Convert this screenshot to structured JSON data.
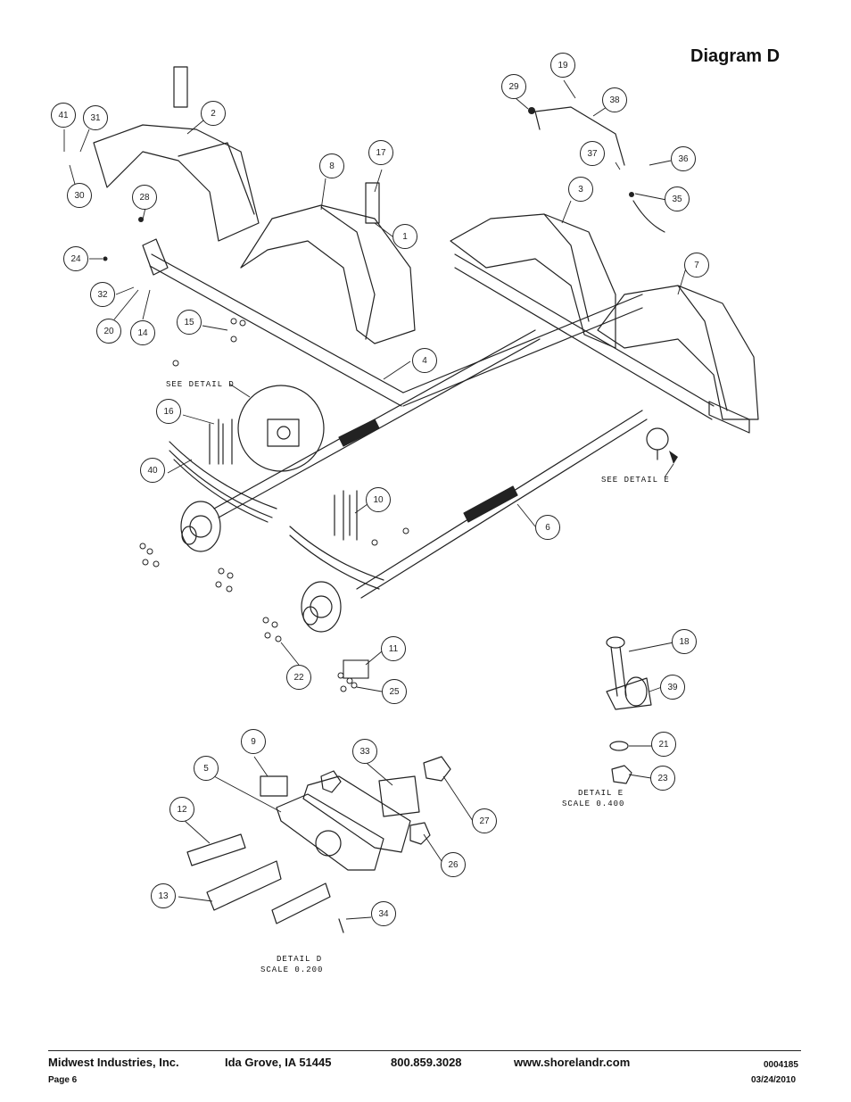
{
  "title": "Diagram D",
  "callouts": [
    "41",
    "31",
    "30",
    "2",
    "28",
    "24",
    "32",
    "20",
    "14",
    "15",
    "8",
    "17",
    "1",
    "4",
    "16",
    "40",
    "10",
    "6",
    "22",
    "11",
    "25",
    "29",
    "19",
    "38",
    "37",
    "36",
    "35",
    "3",
    "7",
    "18",
    "39",
    "21",
    "23",
    "9",
    "5",
    "33",
    "12",
    "27",
    "26",
    "13",
    "34"
  ],
  "labels": {
    "see_detail_d": "SEE DETAIL D",
    "see_detail_e": "SEE DETAIL E",
    "detail_e": "DETAIL E",
    "detail_e_scale": "SCALE 0.400",
    "detail_d": "DETAIL D",
    "detail_d_scale": "SCALE 0.200"
  },
  "footer": {
    "company": "Midwest Industries, Inc.",
    "location": "Ida Grove, IA  51445",
    "phone": "800.859.3028",
    "website": "www.shorelandr.com",
    "doc_number": "0004185",
    "page": "Page 6",
    "date": "03/24/2010"
  }
}
